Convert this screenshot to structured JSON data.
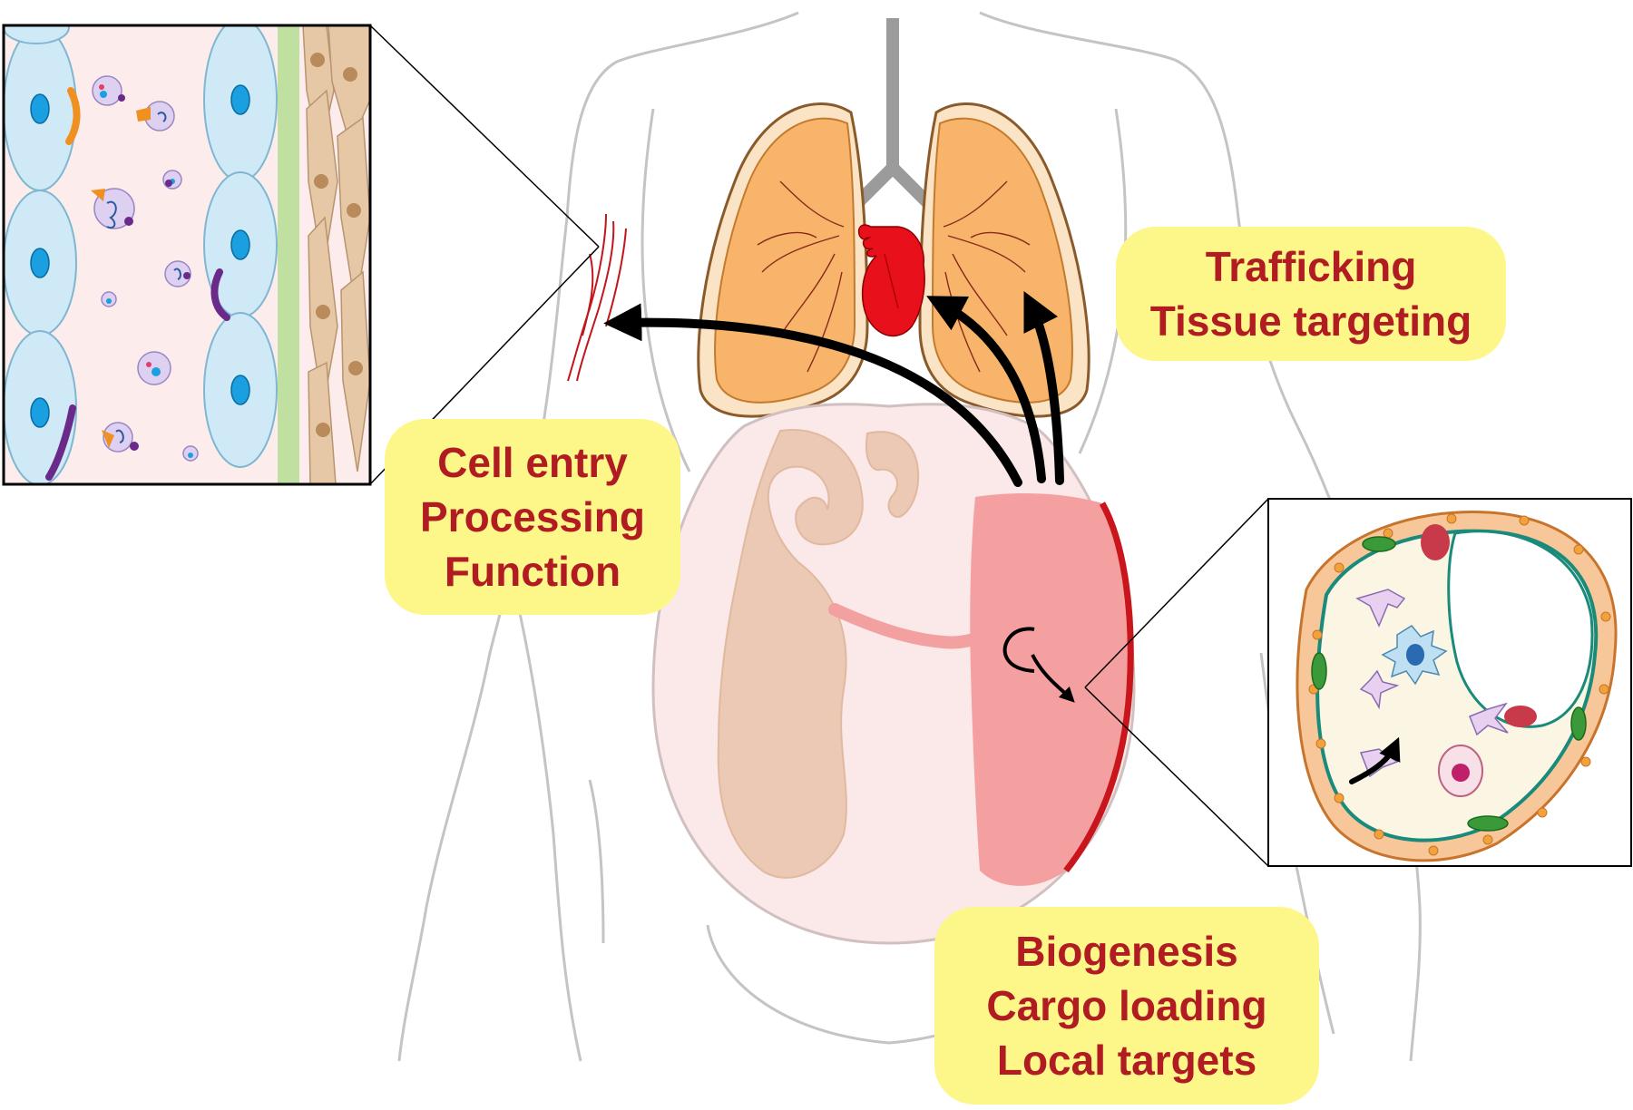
{
  "labels": {
    "trafficking": [
      "Trafficking",
      "Tissue targeting"
    ],
    "cell_entry": [
      "Cell entry",
      "Processing",
      "Function"
    ],
    "biogenesis": [
      "Biogenesis",
      "Cargo loading",
      "Local targets"
    ]
  },
  "colors": {
    "callout_fill": "#fdf78a",
    "callout_text": "#b01c22",
    "lung_fill": "#f7b46a",
    "heart_fill": "#e8101a",
    "placenta_fill": "#f5a0a0",
    "placenta_edge": "#c8161c",
    "fetus_fill": "#ecc9b4",
    "uterus_fill": "#fbe8e8",
    "body_outline": "#c4c4c4",
    "arrow": "#000000",
    "endothelial_cell": "#cfeaf6",
    "smooth_muscle": "#e6c8a6",
    "vesicle": "#ddd0f0"
  },
  "icons": [
    "body-outline",
    "lungs-icon",
    "heart-icon",
    "trachea-icon",
    "uterus-icon",
    "fetus-icon",
    "placenta-icon",
    "blood-vessel-icon",
    "recycle-arrow-icon",
    "vessel-cross-section-icon",
    "villus-cross-section-icon"
  ]
}
